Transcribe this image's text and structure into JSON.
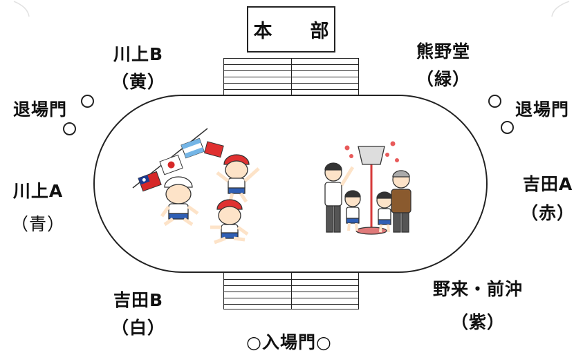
{
  "headquarters": "本　部",
  "teams": {
    "kawakami_b": {
      "name": "川上B",
      "color": "（黄）"
    },
    "kumanodo": {
      "name": "熊野堂",
      "color": "（緑）"
    },
    "kawakami_a": {
      "name": "川上A",
      "color": "（青）"
    },
    "yoshida_a": {
      "name": "吉田A",
      "color": "（赤）"
    },
    "yoshida_b": {
      "name": "吉田B",
      "color": "（白）"
    },
    "noku_maeoki": {
      "name": "野来・前沖",
      "color": "（紫）"
    }
  },
  "gates": {
    "exit_left": "退場門",
    "exit_right": "退場門",
    "entrance": "○入場門○"
  }
}
